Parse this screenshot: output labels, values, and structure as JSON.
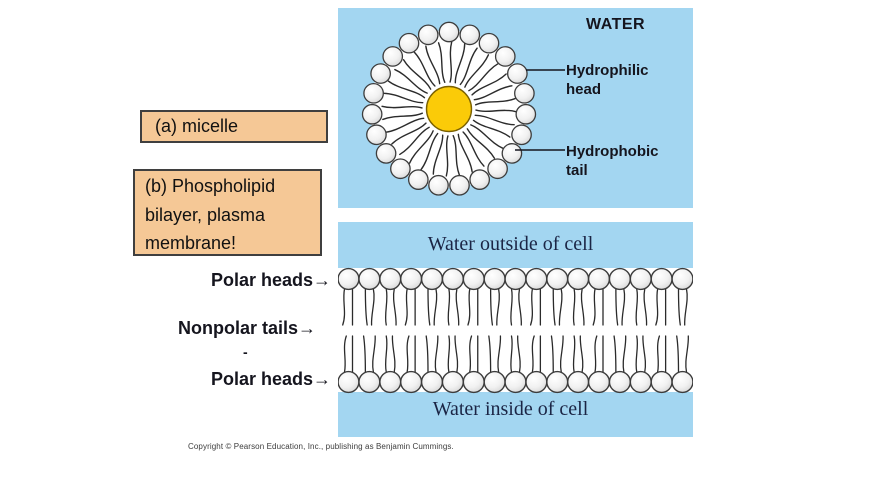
{
  "colors": {
    "panel_blue": "#a3d6f1",
    "box_fill": "#f5c896",
    "box_border": "#3f3f3f",
    "head_stroke": "#3c3c3c",
    "tail": "#2b2b2b",
    "core_yellow": "#fbcb08",
    "core_outline": "#7a6000",
    "dark_text": "#15151e",
    "serif_text": "#1b2545",
    "copyright_text": "#3c3c3c"
  },
  "boxes": {
    "a_label": "(a) micelle",
    "b_line1": "(b) Phospholipid",
    "b_line2": "bilayer, plasma",
    "b_line3": "membrane!"
  },
  "side_labels": {
    "polar_heads_top": "Polar heads",
    "nonpolar_tails": "Nonpolar tails",
    "polar_heads_bottom": "Polar heads",
    "arrow": "→",
    "dash": "-"
  },
  "micelle_panel": {
    "water_label": "WATER",
    "hydrophilic_line1": "Hydrophilic",
    "hydrophilic_line2": "head",
    "hydrophobic_line1": "Hydrophobic",
    "hydrophobic_line2": "tail"
  },
  "bilayer_panel": {
    "water_outside": "Water outside of cell",
    "water_inside": "Water inside of cell"
  },
  "figure": {
    "micelle": {
      "head_count": 23,
      "tail_count": 32
    },
    "bilayer": {
      "lipids_per_row": 17,
      "tails_per_lipid": 2
    }
  },
  "footer": {
    "copyright": "Copyright © Pearson Education, Inc., publishing as Benjamin Cummings."
  }
}
